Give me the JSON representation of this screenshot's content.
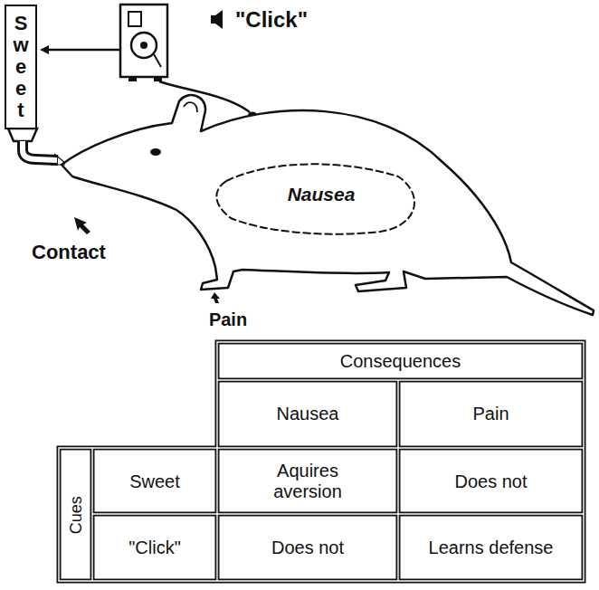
{
  "diagram": {
    "nodes": [
      {
        "text": [
          "Sweet"
        ]
      }
    ],
    "labels": [
      "\"Click\"",
      "Contact",
      "Nausea",
      "Pain",
      "Consequences",
      "Nausea",
      "Pain",
      "Cues",
      "Sweet",
      "Aquires aversion",
      "Does not",
      "\"Click\"",
      "Does not",
      "Learns defense"
    ]
  }
}
